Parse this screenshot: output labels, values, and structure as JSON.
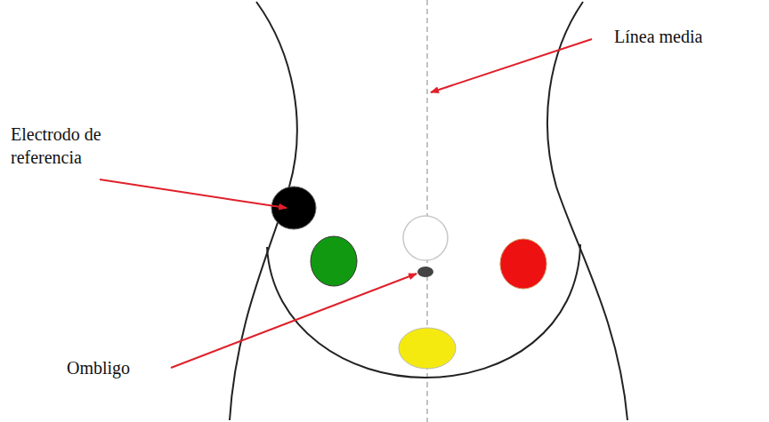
{
  "diagram": {
    "labels": [
      "Electrodo de referencia",
      "Línea media",
      "Ombligo"
    ]
  }
}
